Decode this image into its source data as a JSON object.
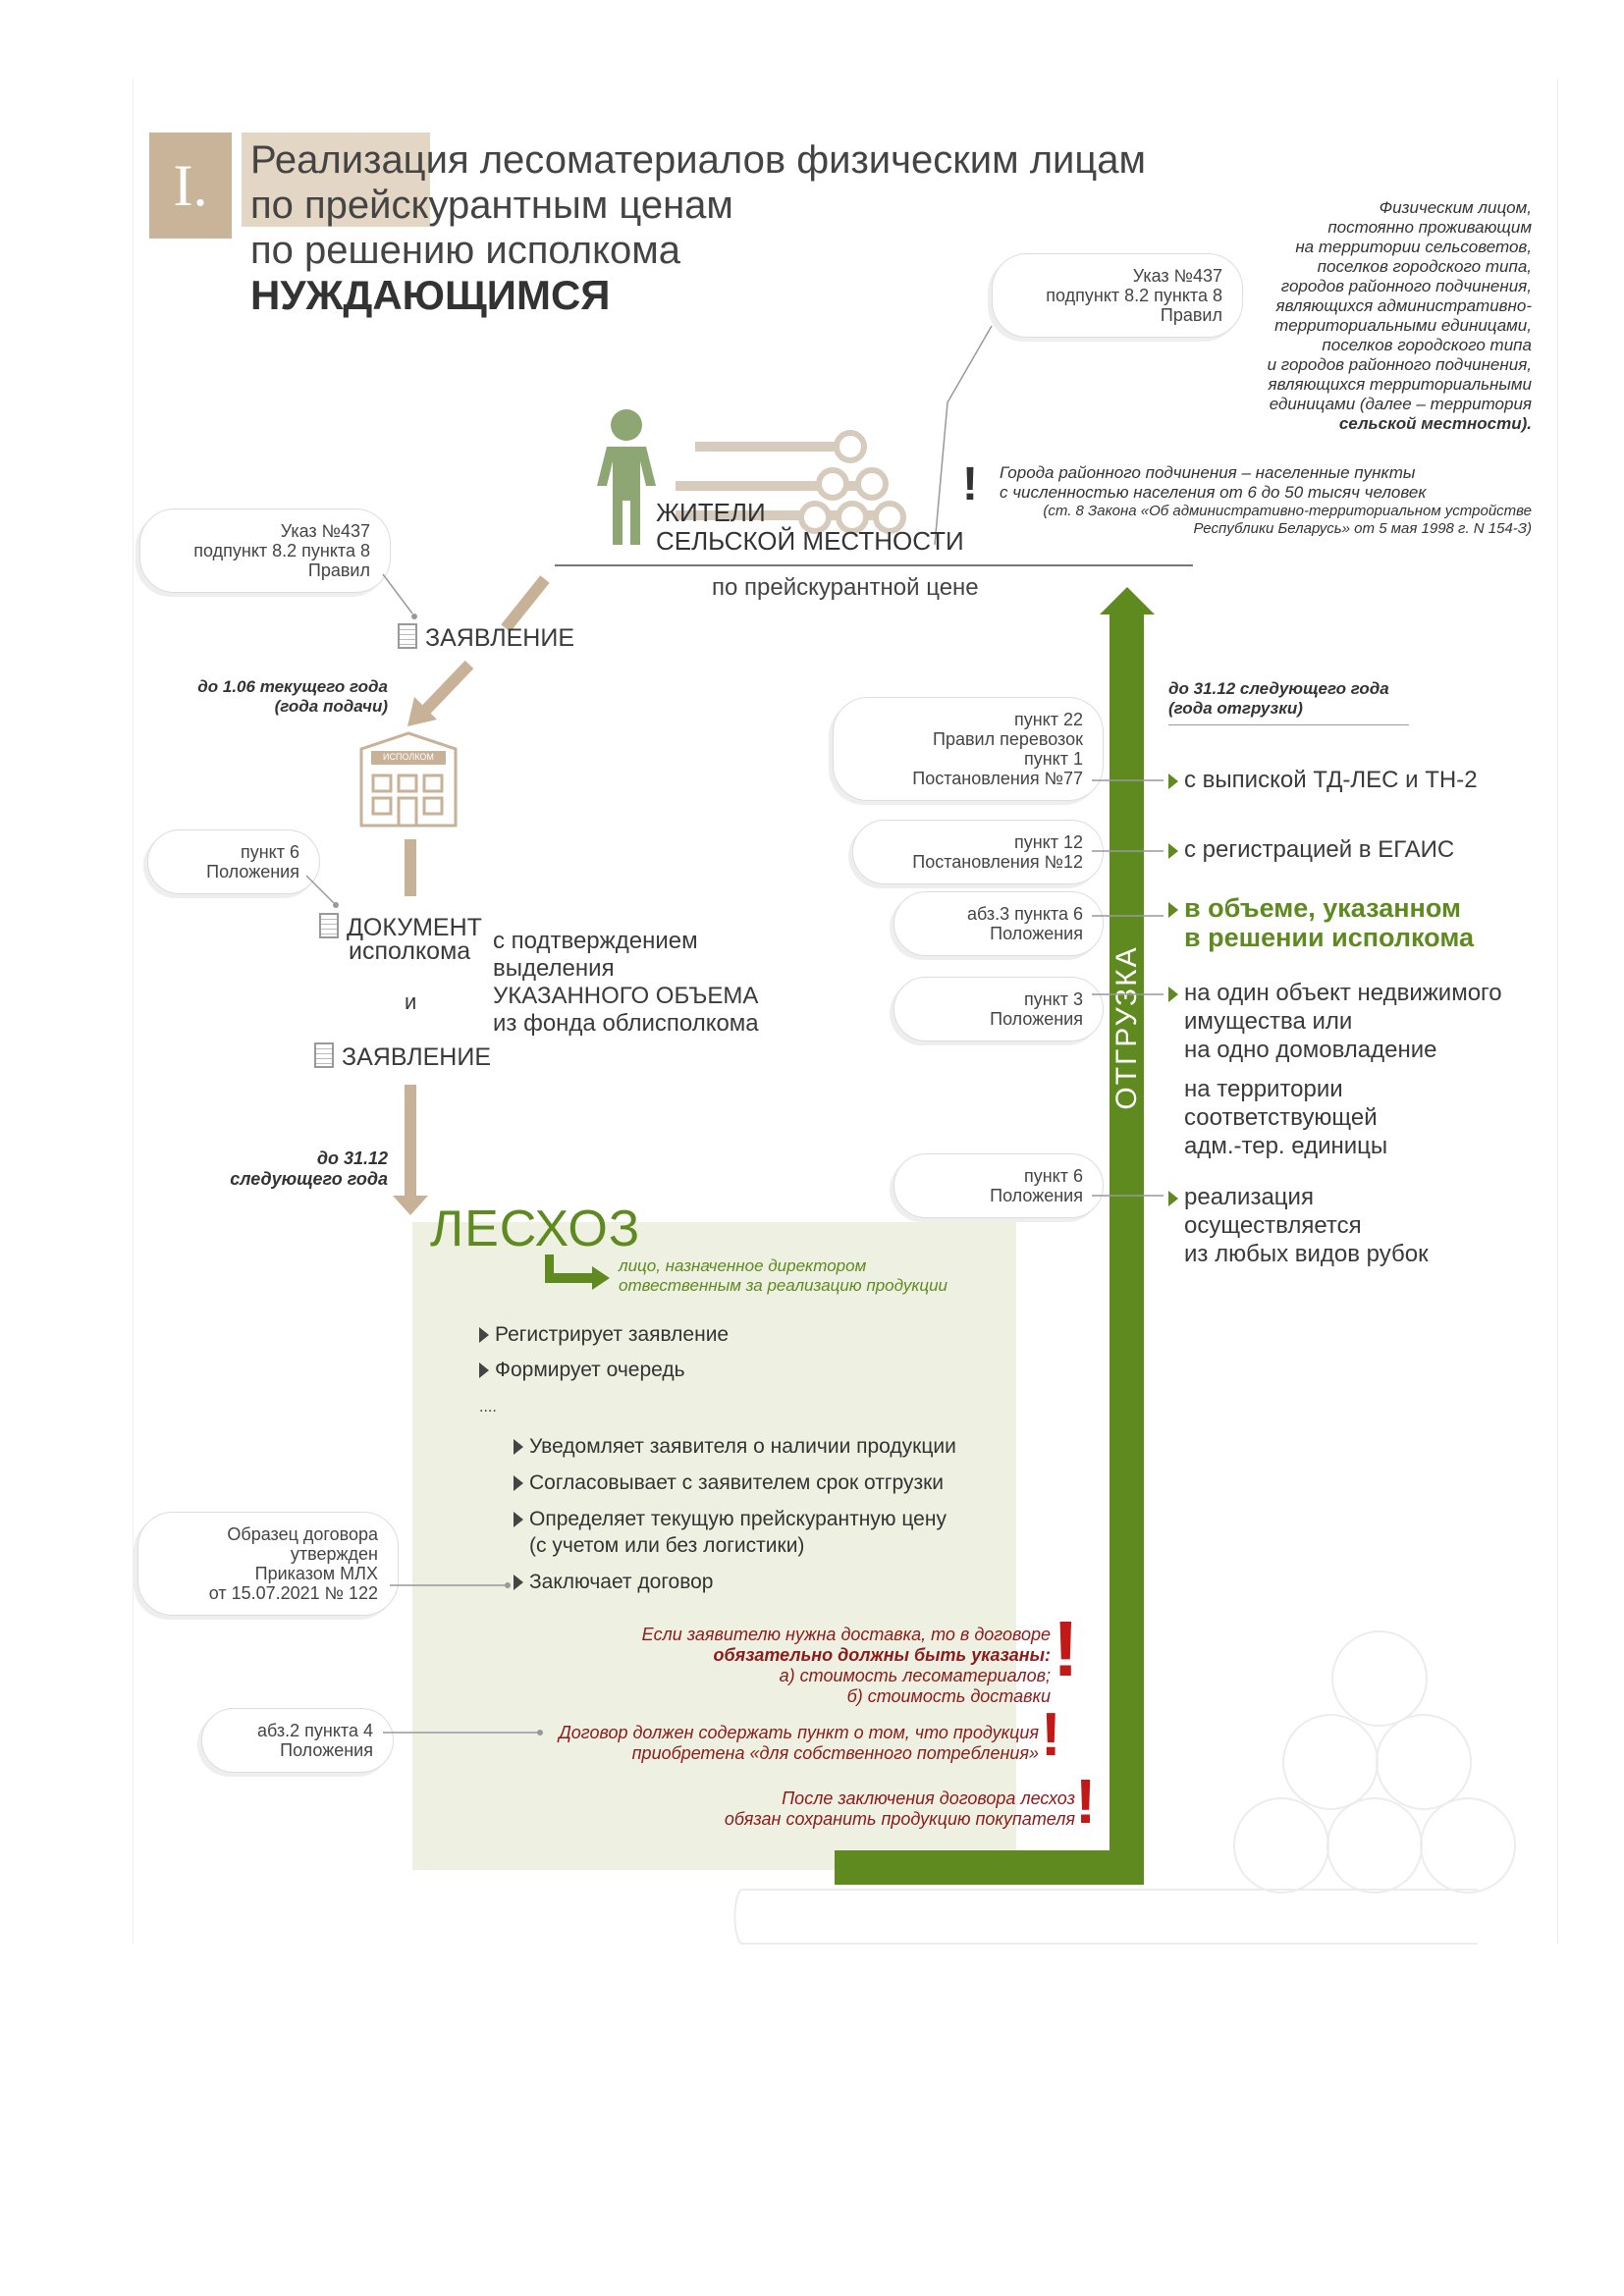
{
  "title": {
    "number": "I.",
    "line1": "Реализация лесоматериалов физическим лицам",
    "line2": "по прейскурантным ценам",
    "line3": "по решению исполкома",
    "line4": "НУЖДАЮЩИМСЯ"
  },
  "refs": {
    "top_right": [
      "Указ №437",
      "подпункт 8.2 пункта 8",
      "Правил"
    ],
    "left_top": [
      "Указ №437",
      "подпункт 8.2 пункта 8",
      "Правил"
    ],
    "left_p6": [
      "пункт 6",
      "Положения"
    ],
    "r_p22": [
      "пункт 22",
      "Правил перевозок",
      "пункт 1",
      "Постановления №77"
    ],
    "r_p12": [
      "пункт 12",
      "Постановления №12"
    ],
    "r_abz3": [
      "абз.3 пункта 6",
      "Положения"
    ],
    "r_p3": [
      "пункт 3",
      "Положения"
    ],
    "r_p6": [
      "пункт 6",
      "Положения"
    ],
    "left_contract": [
      "Образец договора",
      "утвержден",
      "Приказом МЛХ",
      "от 15.07.2021 № 122"
    ],
    "left_abz2": [
      "абз.2 пункта 4",
      "Положения"
    ]
  },
  "definition": [
    "Физическим лицом,",
    "постоянно проживающим",
    "на территории сельсоветов,",
    "поселков городского типа,",
    "городов районного подчинения,",
    "являющихся административно-",
    "территориальными единицами,",
    "поселков городского типа",
    "и городов районного подчинения,",
    "являющихся территориальными",
    "единицами (далее – территория",
    "сельской местности)."
  ],
  "city_note": {
    "line1": "Города районного подчинения – населенные пункты",
    "line2": "с численностью населения от 6 до 50 тысяч человек",
    "law1": "(ст. 8 Закона «Об административно-территориальном устройстве",
    "law2": "Республики Беларусь» от 5 мая 1998 г. N 154-З)"
  },
  "residents": {
    "line1": "ЖИТЕЛИ",
    "line2": "СЕЛЬСКОЙ МЕСТНОСТИ"
  },
  "price_label": "по прейскурантной цене",
  "zayavlenie1": "ЗАЯВЛЕНИЕ",
  "deadline1": [
    "до 1.06 текущего года",
    "(года подачи)"
  ],
  "ispolkom_sign": "ИСПОЛКОМ",
  "document": {
    "line1": "ДОКУМЕНТ",
    "line2": "исполкома"
  },
  "confirm": [
    "с подтверждением",
    "выделения",
    "УКАЗАННОГО ОБЪЕМА",
    "из фонда облисполкома"
  ],
  "and_label": "и",
  "zayavlenie2": "ЗАЯВЛЕНИЕ",
  "deadline2": [
    "до 31.12",
    "следующего года"
  ],
  "leshoz": "ЛЕСХОЗ",
  "leshoz_person": [
    "лицо, назначенное директором",
    "отвественным за реализацию продукции"
  ],
  "steps1": [
    "Регистрирует заявление",
    "Формирует очередь"
  ],
  "ellipsis": "....",
  "steps2": [
    "Уведомляет заявителя о наличии продукции",
    "Согласовывает с заявителем срок отгрузки",
    "Определяет текущую прейскурантную цену",
    "(с учетом или без логистики)",
    "Заключает договор"
  ],
  "warn1": [
    "Если заявителю нужна доставка, то в договоре",
    "обязательно должны быть указаны:",
    "а) стоимость лесоматериалов;",
    "б) стоимость доставки"
  ],
  "warn2": [
    "Договор должен содержать пункт о том, что продукция",
    "приобретена «для собственного потребления»"
  ],
  "warn3": [
    "После заключения договора лесхоз",
    "обязан сохранить продукцию покупателя"
  ],
  "shipment_label": "ОТГРУЗКА",
  "deadline3": [
    "до 31.12 следующего года",
    "(года отгрузки)"
  ],
  "conditions": {
    "c1": "с выпиской ТД-ЛЕС и ТН-2",
    "c2": "с регистрацией в ЕГАИС",
    "c3a": "в объеме, указанном",
    "c3b": "в решении исполкома",
    "c4a": "на один объект недвижимого",
    "c4b": "имущества или",
    "c4c": "на одно домовладение",
    "c5a": "на территории",
    "c5b": "соответствующей",
    "c5c": "адм.-тер. единицы",
    "c6a": "реализация",
    "c6b": "осуществляется",
    "c6c": "из любых видов рубок"
  },
  "excl": "!",
  "colors": {
    "green": "#5e8a1f",
    "brown": "#c7b197",
    "red": "#c21818",
    "tan": "#c9b49a"
  }
}
